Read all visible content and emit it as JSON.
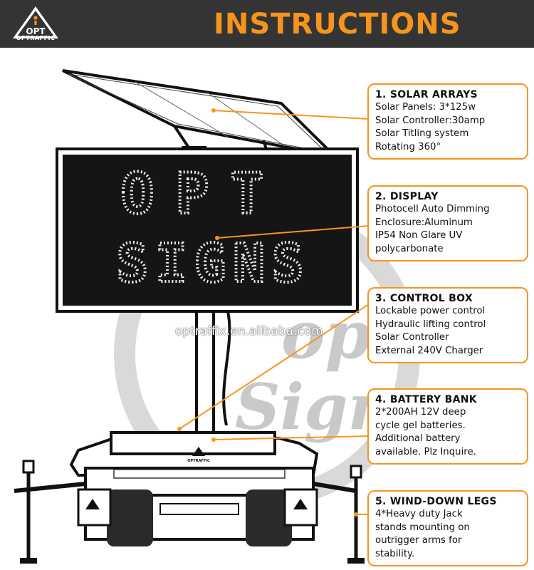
{
  "header": {
    "brand_text": "OPTRAFFIC",
    "logo_text": "OPT",
    "title": "INSTRUCTIONS"
  },
  "sign_display": {
    "line1": "OPT",
    "line2": "SIGNS"
  },
  "watermark": {
    "url": "optraffix.en.alibaba.com",
    "line1": "opt",
    "line2": "Signs"
  },
  "sections": [
    {
      "title": "1. SOLAR ARRAYS",
      "lines": [
        "Solar Panels: 3*125w",
        "Solar Controller:30amp",
        "Solar Titling system",
        "Rotating 360°"
      ]
    },
    {
      "title": "2. DISPLAY",
      "lines": [
        "Photocell Auto Dimming",
        "Enclosure:Aluminum",
        "IP54 Non Glare UV",
        "polycarbonate"
      ]
    },
    {
      "title": "3. CONTROL BOX",
      "lines": [
        "Lockable power control",
        "Hydraulic lifting control",
        "Solar Controller",
        "External 240V Charger"
      ]
    },
    {
      "title": "4. BATTERY BANK",
      "lines": [
        "2*200AH 12V deep",
        "cycle gel batteries.",
        "Additional battery",
        "available. Plz Inquire."
      ]
    },
    {
      "title": "5. WIND-DOWN LEGS",
      "lines": [
        "4*Heavy duty Jack",
        "stands mounting on",
        "outrigger arms for",
        "stability."
      ]
    }
  ],
  "colors": {
    "accent": "#f7941d",
    "header_bg": "#343434",
    "sign_face": "#151515",
    "watermark": "#d0d0d0"
  }
}
